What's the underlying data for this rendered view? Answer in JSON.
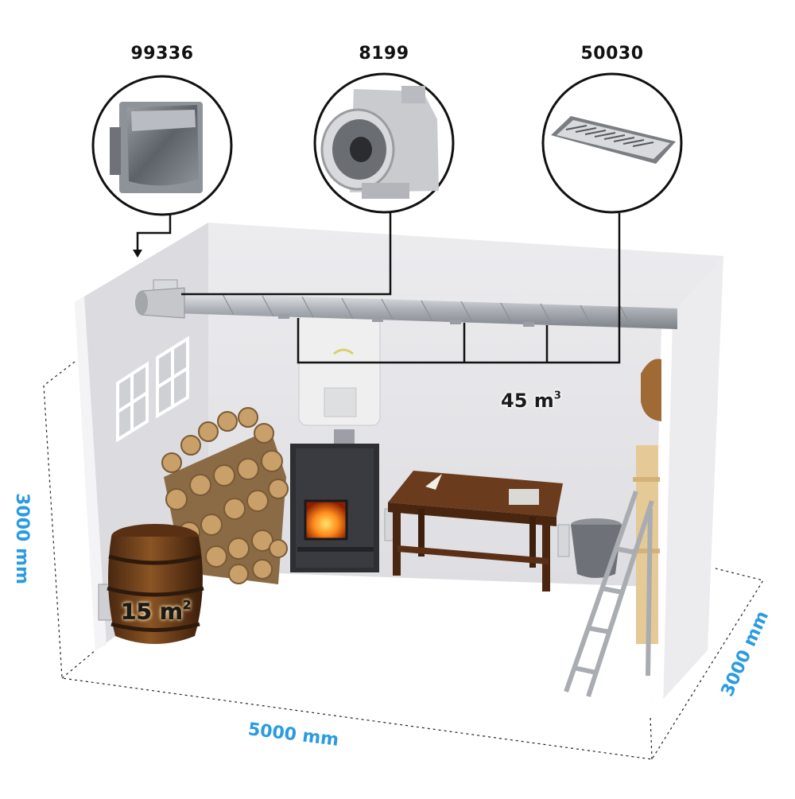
{
  "products": [
    {
      "code": "99336",
      "icon": "wall-vent-hood-icon"
    },
    {
      "code": "8199",
      "icon": "inline-duct-fan-icon"
    },
    {
      "code": "50030",
      "icon": "vent-grille-icon"
    }
  ],
  "room": {
    "volume_value": "45 m",
    "volume_sup": "3",
    "area_value": "15 m",
    "area_sup": "2"
  },
  "dimensions": {
    "height": "3000 mm",
    "length": "5000 mm",
    "depth": "3000 mm"
  },
  "colors": {
    "dimension_text": "#2a9be0",
    "connector_lines": "#111111",
    "wall": "#e9e9ec",
    "duct": "#b9bcc2"
  }
}
